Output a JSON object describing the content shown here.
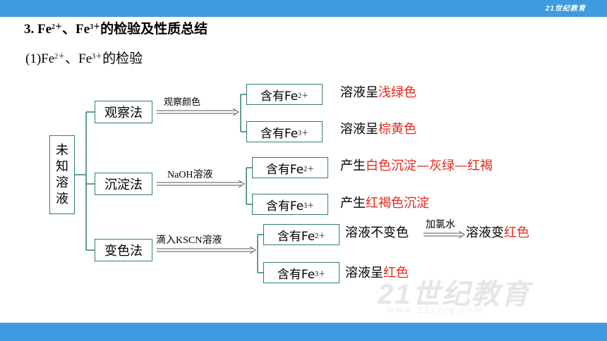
{
  "header": {
    "logo": "21世纪教育"
  },
  "heading": {
    "main": "3. Fe²⁺、Fe³⁺的检验及性质总结"
  },
  "title": {
    "prefix": "3. Fe",
    "sup1": "2＋",
    "mid": "、Fe",
    "sup2": "3＋",
    "suffix": "的检验及性质总结"
  },
  "subtitle": {
    "prefix": "(1)Fe",
    "sup1": "2＋",
    "mid": "、Fe",
    "sup2": "3＋",
    "suffix": "的检验"
  },
  "root": {
    "chars": [
      "未",
      "知",
      "溶",
      "液"
    ]
  },
  "methods": [
    {
      "name": "观察法",
      "reagent": "观察颜色",
      "branches": [
        {
          "ion_prefix": "含有Fe",
          "ion_sup": "2＋",
          "result_plain": "溶液呈",
          "result_red": "浅绿色"
        },
        {
          "ion_prefix": "含有Fe",
          "ion_sup": "3＋",
          "result_plain": "溶液呈",
          "result_red": "棕黄色"
        }
      ]
    },
    {
      "name": "沉淀法",
      "reagent": "NaOH溶液",
      "branches": [
        {
          "ion_prefix": "含有Fe",
          "ion_sup": "2＋",
          "result_plain": "产生",
          "result_red": "白色沉淀—灰绿—红褐"
        },
        {
          "ion_prefix": "含有Fe",
          "ion_sup": "3＋",
          "result_plain": "产生",
          "result_red": "红褐色沉淀"
        }
      ]
    },
    {
      "name": "变色法",
      "reagent": "滴入KSCN溶液",
      "branches": [
        {
          "ion_prefix": "含有Fe",
          "ion_sup": "2＋",
          "result_plain": "溶液不变色",
          "arrow_label": "加氯水",
          "result_plain2": "溶液变",
          "result_red": "红色"
        },
        {
          "ion_prefix": "含有Fe",
          "ion_sup": "3＋",
          "result_plain": "溶液呈",
          "result_red": "红色"
        }
      ]
    }
  ],
  "colors": {
    "bar": "#3f9be0",
    "box_border": "#2f7f6f",
    "highlight": "#e8261c"
  }
}
